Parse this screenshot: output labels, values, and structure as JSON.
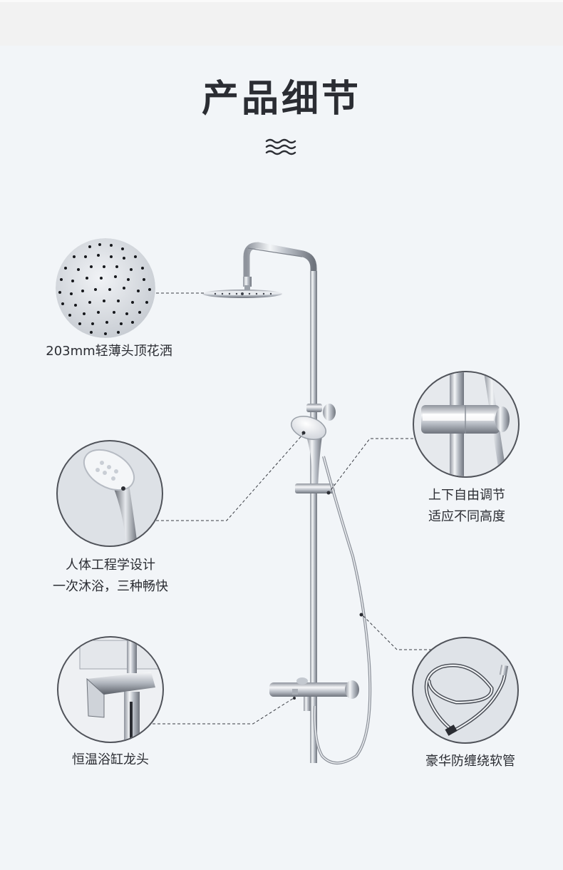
{
  "header": {
    "title": "产品细节",
    "divider_icon": "wave-icon"
  },
  "features": [
    {
      "id": "rain-head",
      "icon": "shower-head-top-icon",
      "lines": [
        "203mm轻薄头顶花洒"
      ]
    },
    {
      "id": "hand-shower",
      "icon": "hand-shower-icon",
      "lines": [
        "人体工程学设计",
        "一次沐浴，三种畅快"
      ]
    },
    {
      "id": "bath-spout",
      "icon": "bath-faucet-icon",
      "lines": [
        "恒温浴缸龙头"
      ]
    },
    {
      "id": "slider",
      "icon": "slider-bracket-icon",
      "lines": [
        "上下自由调节",
        "适应不同高度"
      ]
    },
    {
      "id": "hose",
      "icon": "hose-icon",
      "lines": [
        "豪华防缠绕软管"
      ]
    }
  ],
  "colors": {
    "background": "#f2f5f8",
    "top_band": "#f2f2f2",
    "text": "#2b2d33",
    "circle_border": "#50535a",
    "chrome": "#c8ccd3"
  }
}
